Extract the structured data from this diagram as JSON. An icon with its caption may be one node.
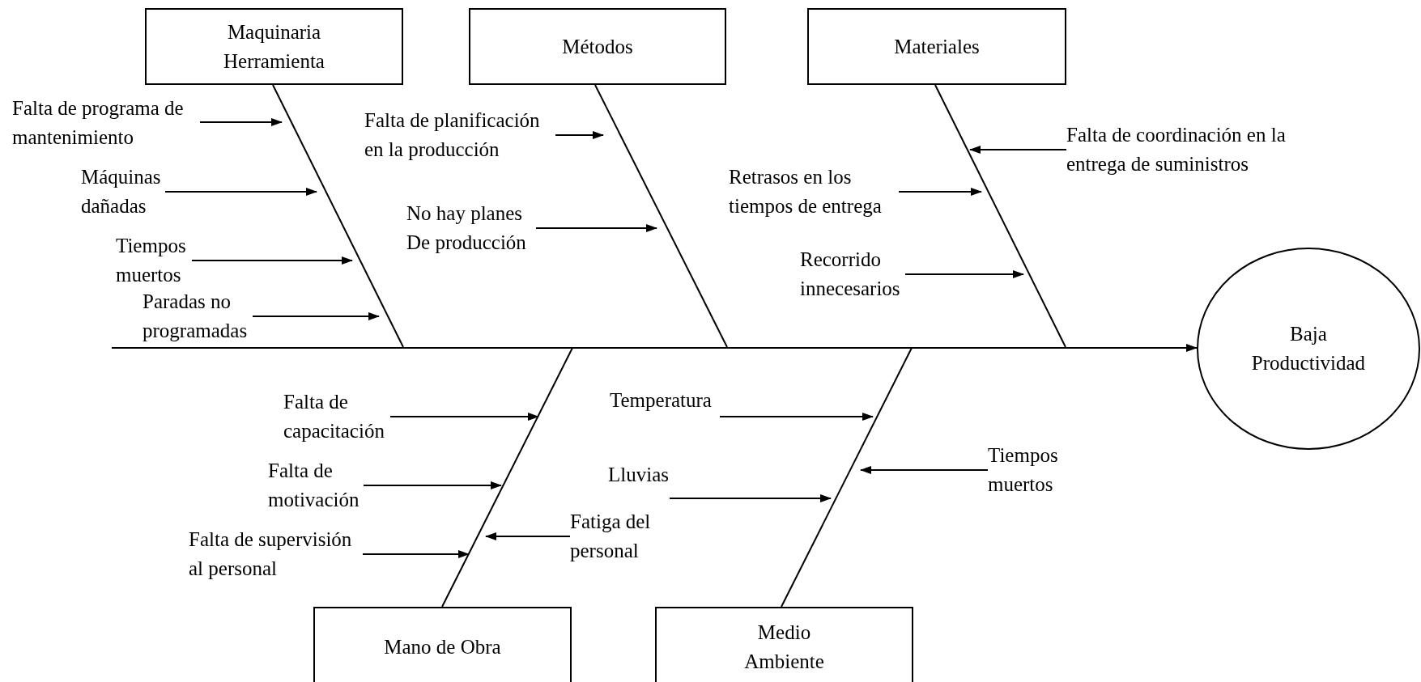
{
  "diagram": {
    "nodes": [
      {
        "text": [
          "Maquinaria Herramienta"
        ]
      },
      {
        "text": [
          "Métodos"
        ]
      },
      {
        "text": [
          "Materiales"
        ]
      },
      {
        "text": [
          "Falta de programa de mantenimiento"
        ]
      },
      {
        "text": [
          "Máquinas dañadas"
        ]
      },
      {
        "text": [
          "Tiempos muertos"
        ]
      },
      {
        "text": [
          "Paradas no programadas"
        ]
      },
      {
        "text": [
          "Falta de planificación en la producción"
        ]
      },
      {
        "text": [
          "No hay planes De producción"
        ]
      },
      {
        "text": [
          "Falta de coordinación en la entrega de suministros"
        ]
      },
      {
        "text": [
          "Retrasos en los tiempos de entrega"
        ]
      },
      {
        "text": [
          "Recorrido innecesarios"
        ]
      },
      {
        "text": [
          "Baja Productividad"
        ]
      },
      {
        "text": [
          "Falta de capacitación"
        ]
      },
      {
        "text": [
          "Falta de motivación"
        ]
      },
      {
        "text": [
          "Falta de supervisión al personal"
        ]
      },
      {
        "text": [
          "Temperatura"
        ]
      },
      {
        "text": [
          "Tiempos muertos"
        ]
      },
      {
        "text": [
          "Lluvias"
        ]
      },
      {
        "text": [
          "Fatiga del personal"
        ]
      },
      {
        "text": [
          "Mano de Obra"
        ]
      },
      {
        "text": [
          "Medio Ambiente"
        ]
      }
    ],
    "edges": [
      {
        "from": 0,
        "to": null,
        "arrow": "none"
      },
      {
        "from": 1,
        "to": null,
        "arrow": "none"
      },
      {
        "from": 2,
        "to": null,
        "arrow": "none"
      },
      {
        "from": 20,
        "to": null,
        "arrow": "none"
      },
      {
        "from": 21,
        "to": null,
        "arrow": "none"
      },
      {
        "from": null,
        "to": 12,
        "arrow": "to"
      },
      {
        "from": 3,
        "to": null,
        "arrow": "to"
      },
      {
        "from": 4,
        "to": null,
        "arrow": "to"
      },
      {
        "from": 5,
        "to": null,
        "arrow": "to"
      },
      {
        "from": 6,
        "to": null,
        "arrow": "to"
      },
      {
        "from": 7,
        "to": null,
        "arrow": "to"
      },
      {
        "from": 8,
        "to": null,
        "arrow": "to"
      },
      {
        "from": 9,
        "to": null,
        "arrow": "to"
      },
      {
        "from": 10,
        "to": null,
        "arrow": "to"
      },
      {
        "from": 11,
        "to": null,
        "arrow": "to"
      },
      {
        "from": 13,
        "to": null,
        "arrow": "to"
      },
      {
        "from": 14,
        "to": null,
        "arrow": "to"
      },
      {
        "from": 15,
        "to": null,
        "arrow": "to"
      },
      {
        "from": 16,
        "to": null,
        "arrow": "to"
      },
      {
        "from": 17,
        "to": null,
        "arrow": "to"
      },
      {
        "from": 18,
        "to": null,
        "arrow": "to"
      },
      {
        "from": 19,
        "to": null,
        "arrow": "to"
      }
    ]
  }
}
